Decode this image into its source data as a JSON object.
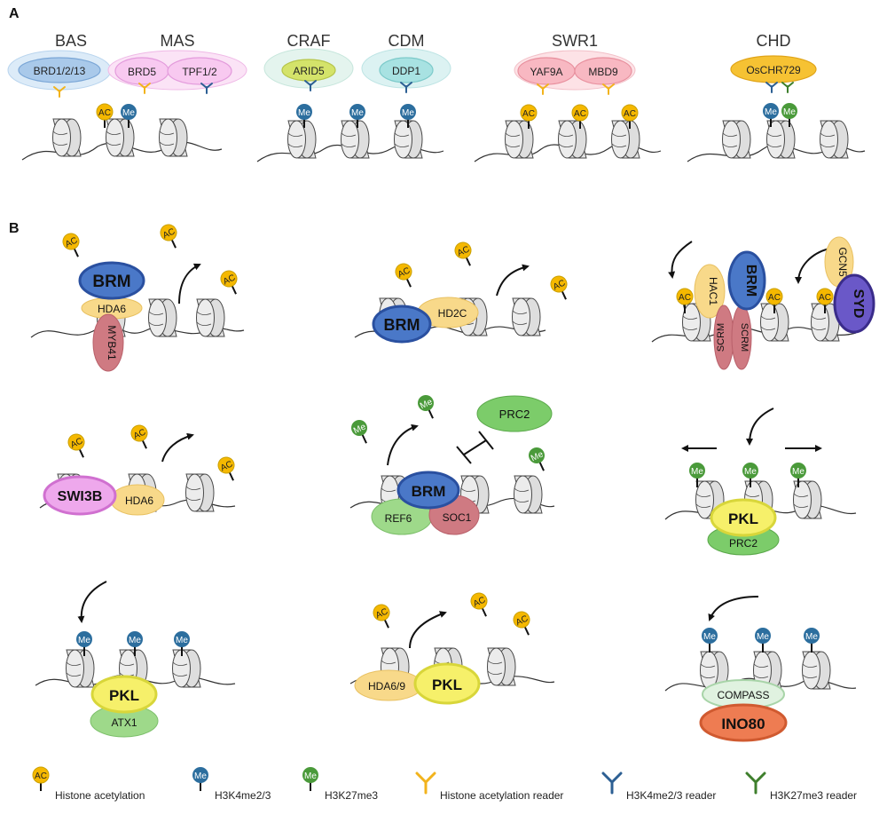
{
  "panels": {
    "a": "A",
    "b": "B"
  },
  "complex_titles": {
    "bas": "BAS",
    "mas": "MAS",
    "craf": "CRAF",
    "cdm": "CDM",
    "swr1": "SWR1",
    "chd": "CHD"
  },
  "proteins": {
    "brd1213": "BRD1/2/13",
    "brd5": "BRD5",
    "tpf12": "TPF1/2",
    "arid5": "ARID5",
    "ddp1": "DDP1",
    "yaf9a": "YAF9A",
    "mbd9": "MBD9",
    "oschr729": "OsCHR729",
    "brm": "BRM",
    "hda6": "HDA6",
    "myb41": "MYB41",
    "hd2c": "HD2C",
    "hac1": "HAC1",
    "scrm": "SCRM",
    "gcn5": "GCN5",
    "syd": "SYD",
    "swi3b": "SWI3B",
    "prc2": "PRC2",
    "ref6": "REF6",
    "soc1": "SOC1",
    "pkl": "PKL",
    "atx1": "ATX1",
    "hda69": "HDA6/9",
    "compass": "COMPASS",
    "ino80": "INO80"
  },
  "marks": {
    "ac": "AC",
    "me": "Me"
  },
  "legend": {
    "ac": "Histone acetylation",
    "me_blue": "H3K4me2/3",
    "me_green": "H3K27me3",
    "reader_ac": "Histone acetylation reader",
    "reader_k4": "H3K4me2/3 reader",
    "reader_k27": "H3K27me3 reader"
  },
  "colors": {
    "ac": "#f5b800",
    "me_blue": "#2c6e9e",
    "me_green": "#4a9a3a",
    "reader_ac": "#f2b31c",
    "reader_k4": "#2c5f93",
    "reader_k27": "#3e7f2c",
    "brm": "#4a78c8",
    "pkl": "#f6f06a",
    "syd": "#6a58c8",
    "ino80": "#ee7c52"
  }
}
